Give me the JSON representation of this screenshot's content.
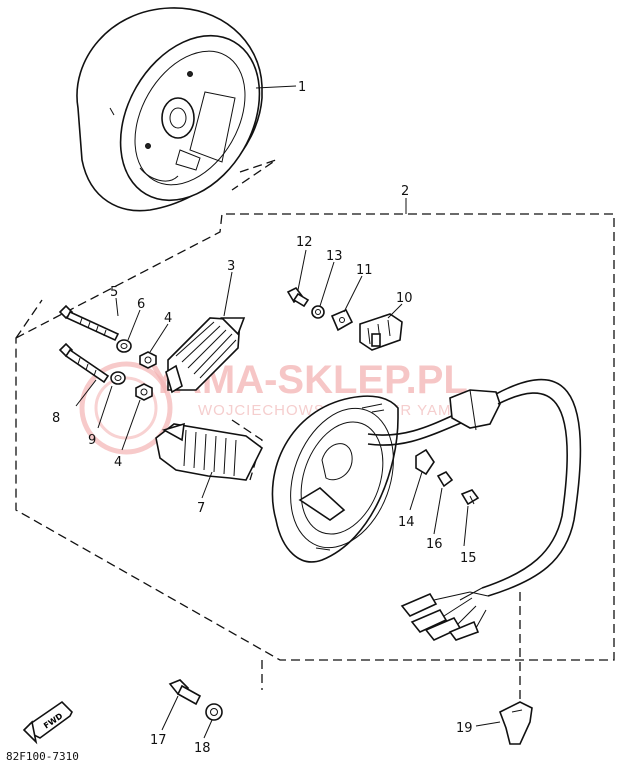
{
  "callouts": [
    {
      "id": "1",
      "text": "1"
    },
    {
      "id": "2",
      "text": "2"
    },
    {
      "id": "3",
      "text": "3"
    },
    {
      "id": "4a",
      "text": "4"
    },
    {
      "id": "4b",
      "text": "4"
    },
    {
      "id": "5",
      "text": "5"
    },
    {
      "id": "6",
      "text": "6"
    },
    {
      "id": "7",
      "text": "7"
    },
    {
      "id": "8",
      "text": "8"
    },
    {
      "id": "9",
      "text": "9"
    },
    {
      "id": "10",
      "text": "10"
    },
    {
      "id": "11",
      "text": "11"
    },
    {
      "id": "12",
      "text": "12"
    },
    {
      "id": "13",
      "text": "13"
    },
    {
      "id": "14",
      "text": "14"
    },
    {
      "id": "15",
      "text": "15"
    },
    {
      "id": "16",
      "text": "16"
    },
    {
      "id": "17",
      "text": "17"
    },
    {
      "id": "18",
      "text": "18"
    },
    {
      "id": "19",
      "text": "19"
    }
  ],
  "diagram_code": "82F100-7310",
  "fwd_label": "FWD",
  "watermark": {
    "main": "YAMA-SKLEP.PL",
    "sub": "WOJCIECHOWSKI DEALER YAMAHA",
    "color": "#f3b4b4"
  }
}
